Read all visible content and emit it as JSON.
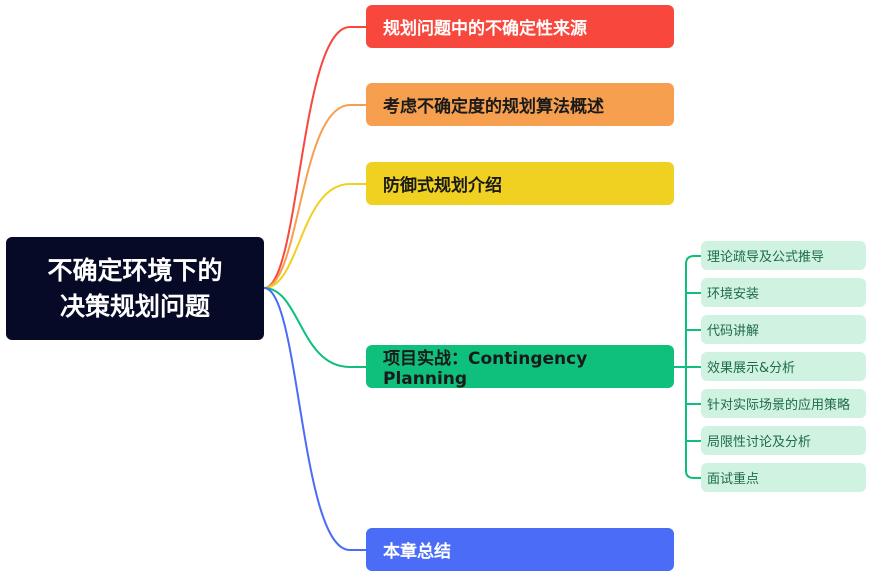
{
  "root": {
    "line1": "不确定环境下的",
    "line2": "决策规划问题"
  },
  "branches": [
    {
      "label": "规划问题中的不确定性来源",
      "color": "#f8473d",
      "text_color": "#ffffff"
    },
    {
      "label": "考虑不确定度的规划算法概述",
      "color": "#f6a04f",
      "text_color": "#1a1a1a"
    },
    {
      "label": "防御式规划介绍",
      "color": "#f0d020",
      "text_color": "#1a1a1a"
    },
    {
      "label": "项目实战：Contingency Planning",
      "color": "#0fbf7c",
      "text_color": "#1a1a1a"
    },
    {
      "label": "本章总结",
      "color": "#4a6cf7",
      "text_color": "#ffffff"
    }
  ],
  "subitems": [
    {
      "label": "理论疏导及公式推导"
    },
    {
      "label": "环境安装"
    },
    {
      "label": "代码讲解"
    },
    {
      "label": "效果展示&分析"
    },
    {
      "label": "针对实际场景的应用策略"
    },
    {
      "label": "局限性讨论及分析"
    },
    {
      "label": "面试重点"
    }
  ],
  "colors": {
    "root_bg": "#070a26",
    "leaf_bg": "#cff2e1",
    "leaf_line": "#0fbf7c"
  }
}
